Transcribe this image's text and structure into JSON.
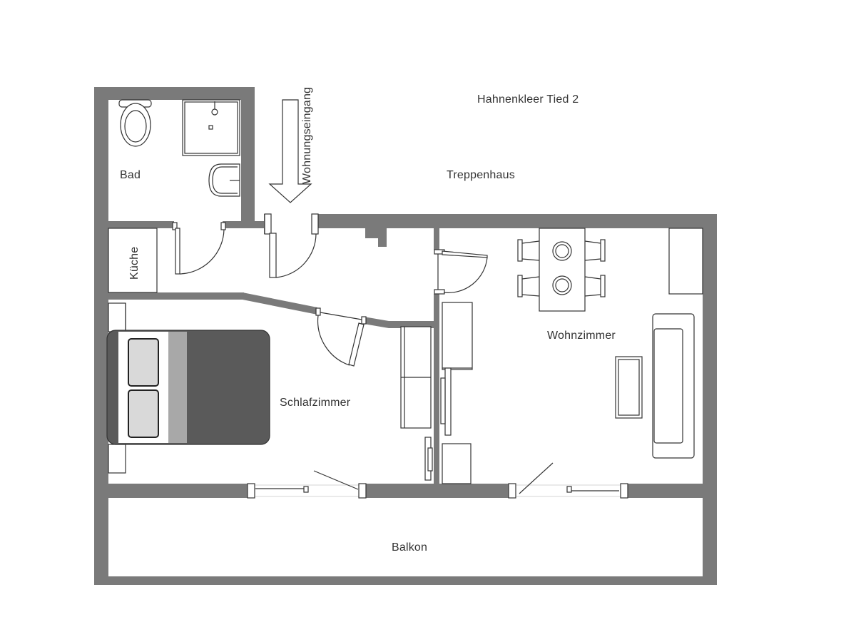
{
  "plan": {
    "address": "Hahnenkleer Tied 2",
    "stairwell": "Treppenhaus",
    "entrance": "Wohnungseingang",
    "rooms": {
      "bath": "Bad",
      "kitchen": "Küche",
      "bedroom": "Schlafzimmer",
      "living": "Wohnzimmer",
      "balcony": "Balkon"
    },
    "colors": {
      "wall": "#7a7a7a",
      "bed_dark": "#5a5a5a",
      "bed_mid": "#a8a8a8",
      "pillow": "#d9d9d9"
    }
  }
}
